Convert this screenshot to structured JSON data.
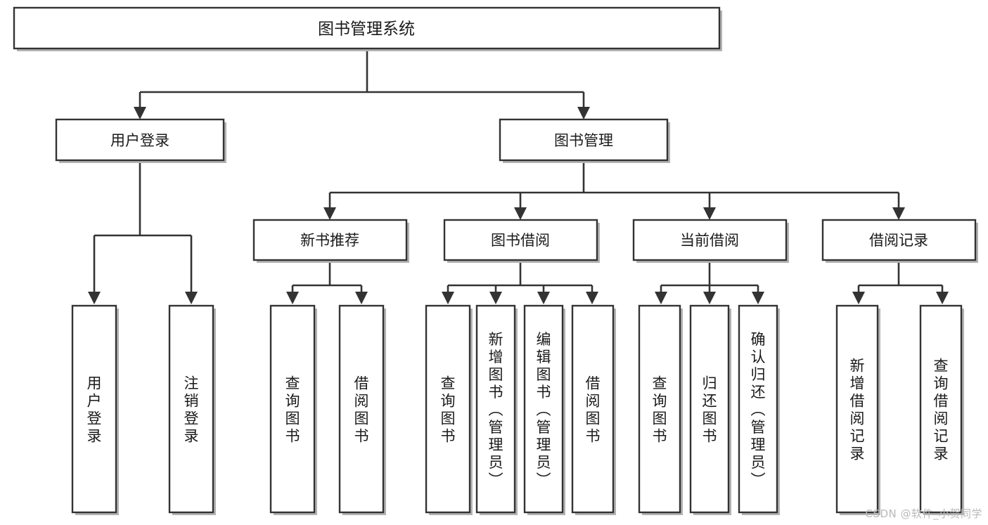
{
  "diagram": {
    "type": "tree",
    "title_node": {
      "id": "root",
      "label": "图书管理系统"
    },
    "level2": [
      {
        "id": "user-login",
        "label": "用户登录"
      },
      {
        "id": "book-management",
        "label": "图书管理"
      }
    ],
    "level3": [
      {
        "id": "new-book-recommend",
        "label": "新书推荐"
      },
      {
        "id": "book-borrow",
        "label": "图书借阅"
      },
      {
        "id": "current-borrow",
        "label": "当前借阅"
      },
      {
        "id": "borrow-record",
        "label": "借阅记录"
      }
    ],
    "leaves": {
      "user_login": [
        {
          "id": "leaf-user-login",
          "label": "用户登录"
        },
        {
          "id": "leaf-logout",
          "label": "注销登录"
        }
      ],
      "new_book_recommend": [
        {
          "id": "leaf-query-book-1",
          "label": "查询图书"
        },
        {
          "id": "leaf-borrow-book-1",
          "label": "借阅图书"
        }
      ],
      "book_borrow": [
        {
          "id": "leaf-query-book-2",
          "label": "查询图书"
        },
        {
          "id": "leaf-add-book",
          "label": "新增图书（管理员）"
        },
        {
          "id": "leaf-edit-book",
          "label": "编辑图书（管理员）"
        },
        {
          "id": "leaf-borrow-book-2",
          "label": "借阅图书"
        }
      ],
      "current_borrow": [
        {
          "id": "leaf-query-book-3",
          "label": "查询图书"
        },
        {
          "id": "leaf-return-book",
          "label": "归还图书"
        },
        {
          "id": "leaf-confirm-return",
          "label": "确认归还（管理员）"
        }
      ],
      "borrow_record": [
        {
          "id": "leaf-add-record",
          "label": "新增借阅记录"
        },
        {
          "id": "leaf-query-record",
          "label": "查询借阅记录"
        }
      ]
    }
  },
  "watermark": {
    "text": "CSDN @软件_小贺同学"
  },
  "colors": {
    "box_stroke": "#333333",
    "box_fill": "#ffffff",
    "text": "#1a1a1a",
    "shadow": "#b3b3b3",
    "watermark": "#b9b9b9",
    "background": "#ffffff"
  }
}
